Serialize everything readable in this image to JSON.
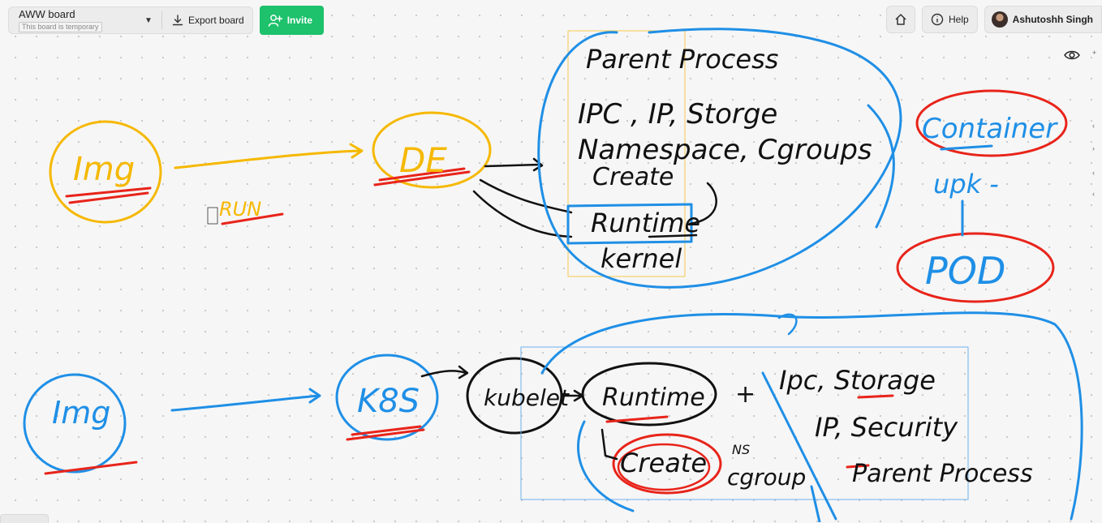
{
  "board": {
    "title": "AWW board",
    "status_badge": "This board is temporary",
    "export_label": "Export board",
    "invite_label": "Invite"
  },
  "toolbar_right": {
    "help_label": "Help",
    "user_name": "Ashutoshh Singh"
  },
  "icons": {
    "dropdown": "chevron-down-icon",
    "export": "download-icon",
    "invite": "add-user-icon",
    "home": "home-icon",
    "help": "info-icon",
    "view": "eye-icon"
  },
  "colors": {
    "invite_green": "#1ec16c",
    "ink_blue": "#1f8fe6",
    "ink_yellow": "#f5b800",
    "ink_red": "#e8241a",
    "ink_black": "#111111"
  },
  "sketch": {
    "img_top": "Img",
    "run": "RUN",
    "de": "DE",
    "parent_process": "Parent Process",
    "ipc_line": "IPC , IP, Storge",
    "namespace_line": "Namespace, Cgroups",
    "create_line": "Create",
    "runtime_top": "Runtime",
    "kernel": "kernel",
    "container": "Container",
    "upk": "upk -",
    "pod": "POD",
    "img_bottom": "Img",
    "k8s": "K8S",
    "kubelet": "kubelet",
    "runtime_bottom": "Runtime",
    "plus": "+",
    "ipc_storage": "Ipc, Storage",
    "ip_security": "IP, Security",
    "create_bottom": "Create",
    "ns": "NS",
    "cgroup": "cgroup",
    "parent_process_bottom": "Parent Process"
  }
}
